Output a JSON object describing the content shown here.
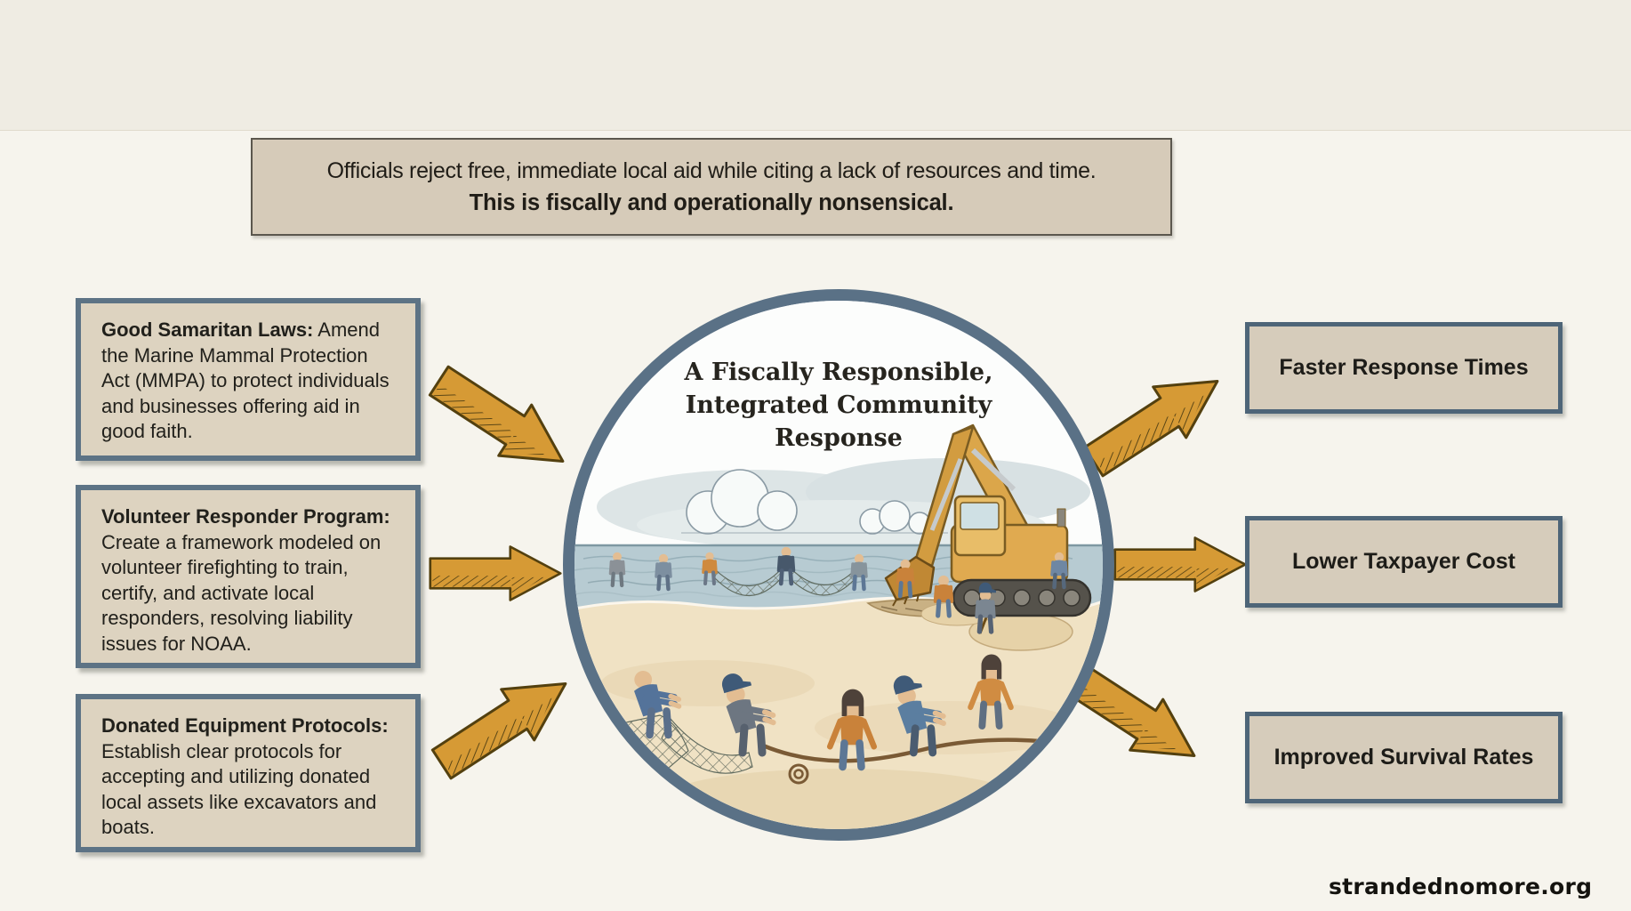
{
  "banner": {
    "line1": "Officials reject free, immediate local aid while citing a lack of resources and time.",
    "line2": "This is fiscally and operationally nonsensical."
  },
  "policy_boxes": [
    {
      "lead": "Good Samaritan Laws:",
      "body": " Amend the Marine Mammal Protection Act (MMPA) to protect individuals and businesses offering aid in good faith."
    },
    {
      "lead": "Volunteer Responder Program:",
      "body": " Create a framework modeled on volunteer firefighting to train, certify, and activate local responders, resolving liability issues for NOAA."
    },
    {
      "lead": "Donated Equipment Protocols:",
      "body": " Establish clear protocols for accepting and utilizing donated local assets like excavators and boats."
    }
  ],
  "center_circle": {
    "title_lines": [
      "A Fiscally Responsible,",
      "Integrated Community",
      "Response"
    ],
    "illustration": "watercolor beach scene: community volunteers pulling rescue nets and ropes while an excavator digs sand at the shoreline"
  },
  "outcome_boxes": [
    {
      "label": "Faster Response Times"
    },
    {
      "label": "Lower Taxpayer Cost"
    },
    {
      "label": "Improved Survival Rates"
    }
  ],
  "watermark": "strandednomore.org",
  "colors": {
    "background": "#f6f4ed",
    "top_band": "#efece3",
    "panel_bg": "#ddd3c0",
    "panel_border": "#5d7385",
    "banner_bg": "#d6cbb9",
    "banner_border": "#5b574e",
    "arrow_fill": "#d69a35",
    "arrow_outline": "#53400f",
    "circle_border": "#5a7186",
    "text": "#21201b"
  }
}
